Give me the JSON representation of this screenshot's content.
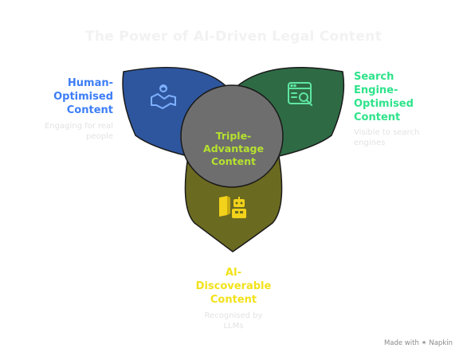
{
  "title": "The Power of AI-Driven Legal Content",
  "segments": {
    "human": {
      "label": "Human-\nOptimised\nContent",
      "description": "Engaging for real\npeople",
      "icon": "handshake-icon",
      "fill": "#2e569e",
      "label_color": "#3d7ef7"
    },
    "seo": {
      "label": "Search\nEngine-\nOptimised\nContent",
      "description": "Visible to search\nengines",
      "icon": "search-window-icon",
      "fill": "#2e6b45",
      "label_color": "#2ee38a"
    },
    "ai": {
      "label": "AI-\nDiscoverable\nContent",
      "description": "Recognised by\nLLMs",
      "icon": "book-robot-icon",
      "fill": "#6b6a21",
      "label_color": "#f2e21a"
    }
  },
  "center": {
    "label": "Triple-\nAdvantage\nContent",
    "fill": "#6e6e6e",
    "label_color": "#b6e22e"
  },
  "footer": "Made with ✶ Napkin"
}
